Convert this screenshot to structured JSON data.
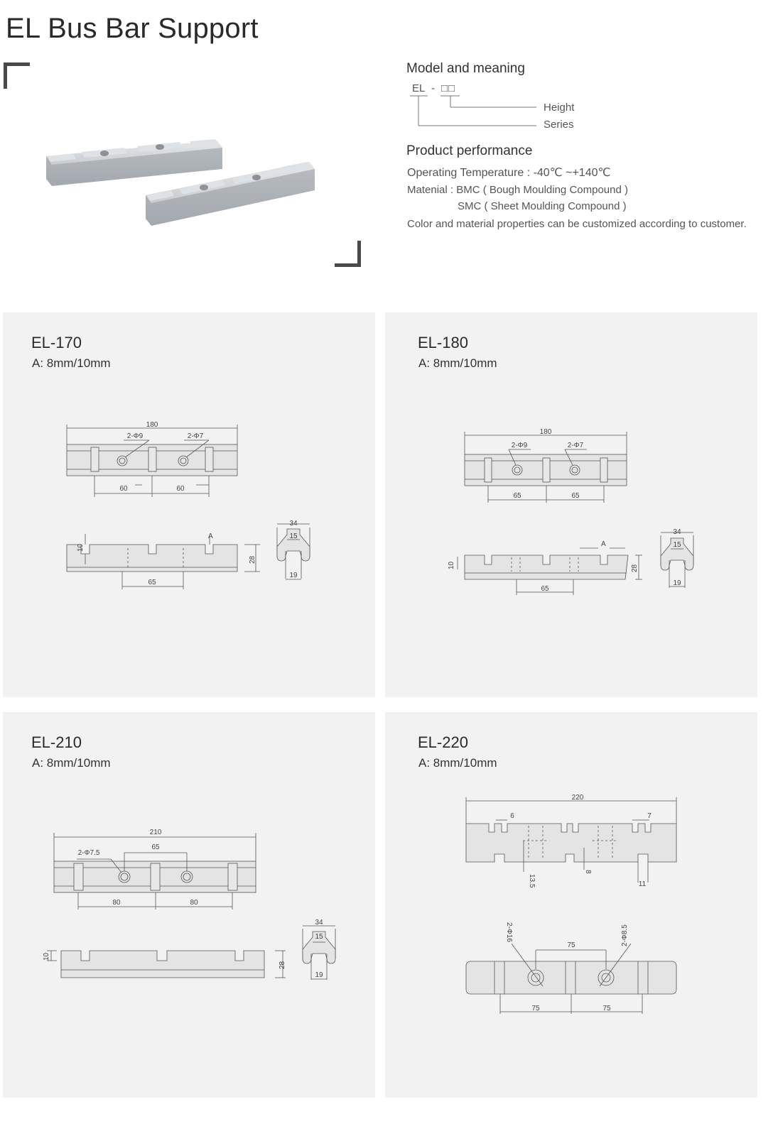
{
  "title": "EL Bus Bar Support",
  "model": {
    "heading": "Model and meaning",
    "code": "EL",
    "dash": "-",
    "boxes": "□□",
    "height_label": "Height",
    "series_label": "Series"
  },
  "performance": {
    "heading": "Product performance",
    "temperature": "Operating Temperature : -40℃ ~+140℃",
    "material_1": "Matenial : BMC ( Bough Moulding Compound )",
    "material_2": "SMC ( Sheet Moulding Compound )",
    "note": "Color and material properties can be customized according to customer."
  },
  "panels": [
    {
      "title": "EL-170",
      "subtitle": "A: 8mm/10mm",
      "dims": {
        "length": "180",
        "hole_a": "2-Φ9",
        "hole_b": "2-Φ7",
        "pitch_a": "60",
        "pitch_b": "60",
        "notch": "A",
        "depth": "10",
        "height": "28",
        "span": "65",
        "profile_w": "34",
        "profile_top": "15",
        "profile_bottom": "19"
      }
    },
    {
      "title": "EL-180",
      "subtitle": "A: 8mm/10mm",
      "dims": {
        "length": "180",
        "hole_a": "2-Φ9",
        "hole_b": "2-Φ7",
        "pitch_a": "65",
        "pitch_b": "65",
        "notch": "A",
        "depth": "10",
        "height": "28",
        "span": "65",
        "profile_w": "34",
        "profile_top": "15",
        "profile_bottom": "19"
      }
    },
    {
      "title": "EL-210",
      "subtitle": "A: 8mm/10mm",
      "dims": {
        "length": "210",
        "hole": "2-Φ7.5",
        "hole_pitch": "65",
        "pitch_a": "80",
        "pitch_b": "80",
        "depth": "10",
        "height": "28",
        "profile_w": "34",
        "profile_top": "15",
        "profile_bottom": "19"
      }
    },
    {
      "title": "EL-220",
      "subtitle": "A: 8mm/10mm",
      "dims": {
        "length": "220",
        "slot_a": "6",
        "slot_b": "7",
        "depth_a": "13.5",
        "depth_b": "8",
        "width_c": "11",
        "hole_a": "2-Φ16",
        "hole_b": "2-Φ8.5",
        "hole_pitch": "75",
        "pitch_a": "75",
        "pitch_b": "75"
      }
    }
  ]
}
